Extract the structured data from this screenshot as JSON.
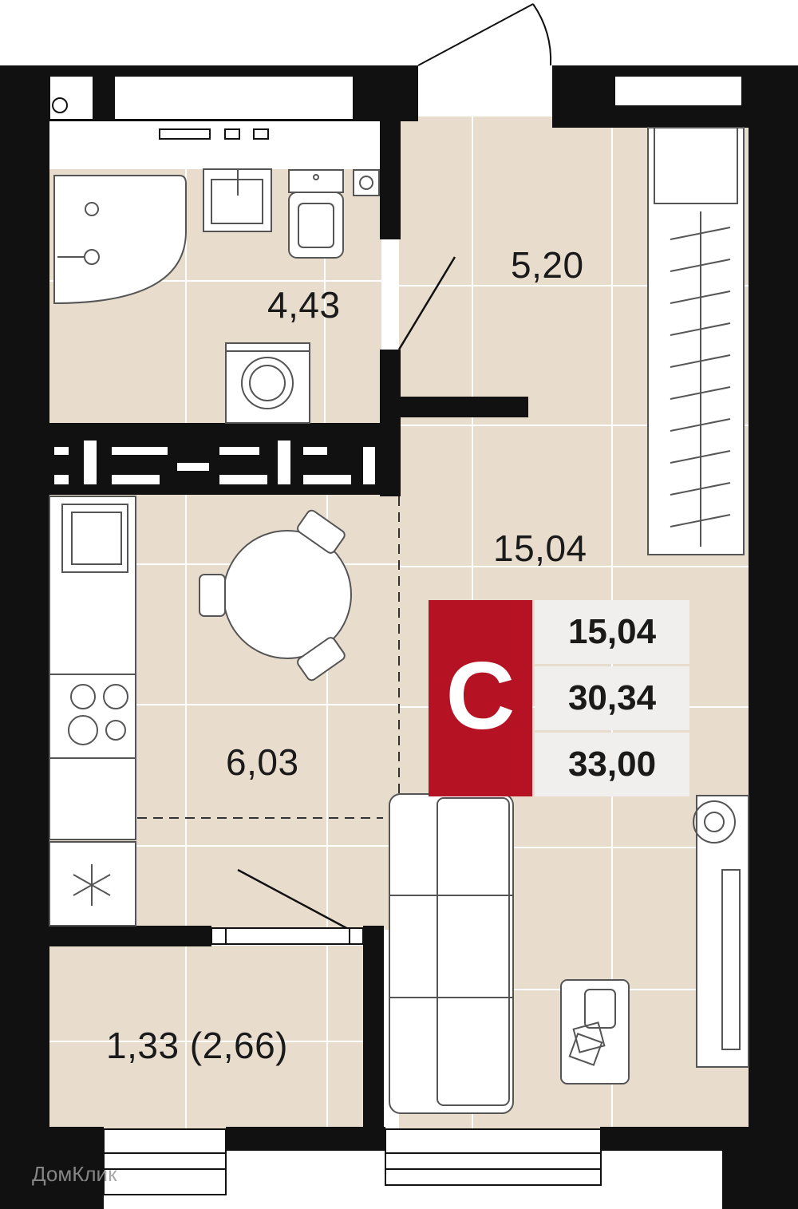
{
  "plan": {
    "rooms": {
      "bathroom_area": "4,43",
      "hallway_area": "5,20",
      "living_area": "15,04",
      "kitchen_area": "6,03",
      "balcony_area": "1,33 (2,66)"
    },
    "badge": {
      "letter": "С",
      "color": "#b51224",
      "living_area": "15,04",
      "total_area": "30,34",
      "total_with_balcony": "33,00"
    },
    "colors": {
      "floor": "#e8dccd",
      "walls": "#111111",
      "tile_lines": "#ffffff"
    },
    "watermark": "ДомКлик"
  }
}
